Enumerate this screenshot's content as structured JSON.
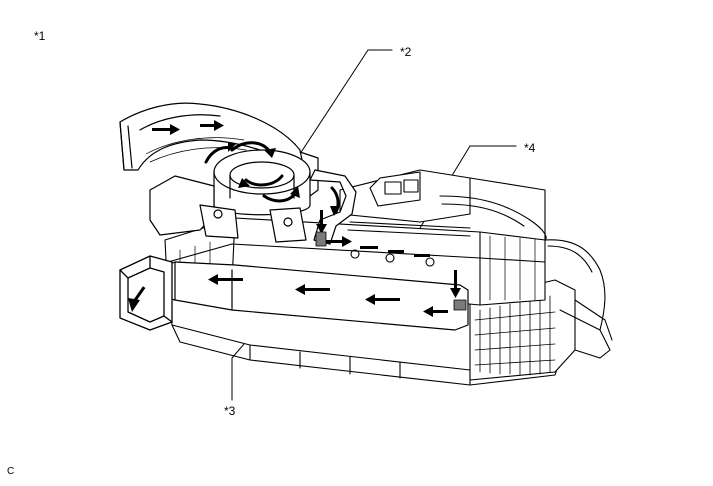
{
  "callouts": {
    "c1": "*1",
    "c2": "*2",
    "c3": "*3",
    "c4": "*4"
  },
  "corner_code": "C",
  "colors": {
    "line": "#000000",
    "fill": "#ffffff",
    "shade": "#d9d9d9",
    "dark": "#7a7a7a"
  }
}
